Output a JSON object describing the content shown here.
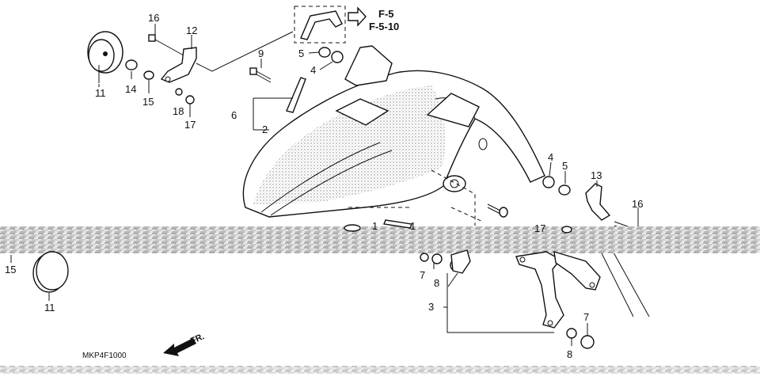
{
  "diagram": {
    "code": "MKP4F1000",
    "direction_label": "FR.",
    "refs": [
      "F-5",
      "F-5-10"
    ],
    "callouts": [
      {
        "id": "c16a",
        "text": "16"
      },
      {
        "id": "c12",
        "text": "12"
      },
      {
        "id": "c11a",
        "text": "11"
      },
      {
        "id": "c14",
        "text": "14"
      },
      {
        "id": "c15a",
        "text": "15"
      },
      {
        "id": "c18",
        "text": "18"
      },
      {
        "id": "c17a",
        "text": "17"
      },
      {
        "id": "c9",
        "text": "9"
      },
      {
        "id": "c5a",
        "text": "5"
      },
      {
        "id": "c4a",
        "text": "4"
      },
      {
        "id": "c6",
        "text": "6"
      },
      {
        "id": "c2",
        "text": "2"
      },
      {
        "id": "c4b",
        "text": "4"
      },
      {
        "id": "c5b",
        "text": "5"
      },
      {
        "id": "c13",
        "text": "13"
      },
      {
        "id": "c16b",
        "text": "16"
      },
      {
        "id": "c1a",
        "text": "1"
      },
      {
        "id": "c1b",
        "text": "1"
      },
      {
        "id": "c17b",
        "text": "17"
      },
      {
        "id": "c15b",
        "text": "15"
      },
      {
        "id": "c11b",
        "text": "11"
      },
      {
        "id": "c7a",
        "text": "7"
      },
      {
        "id": "c8a",
        "text": "8"
      },
      {
        "id": "c3",
        "text": "3"
      },
      {
        "id": "c7b",
        "text": "7"
      },
      {
        "id": "c8b",
        "text": "8"
      }
    ]
  }
}
